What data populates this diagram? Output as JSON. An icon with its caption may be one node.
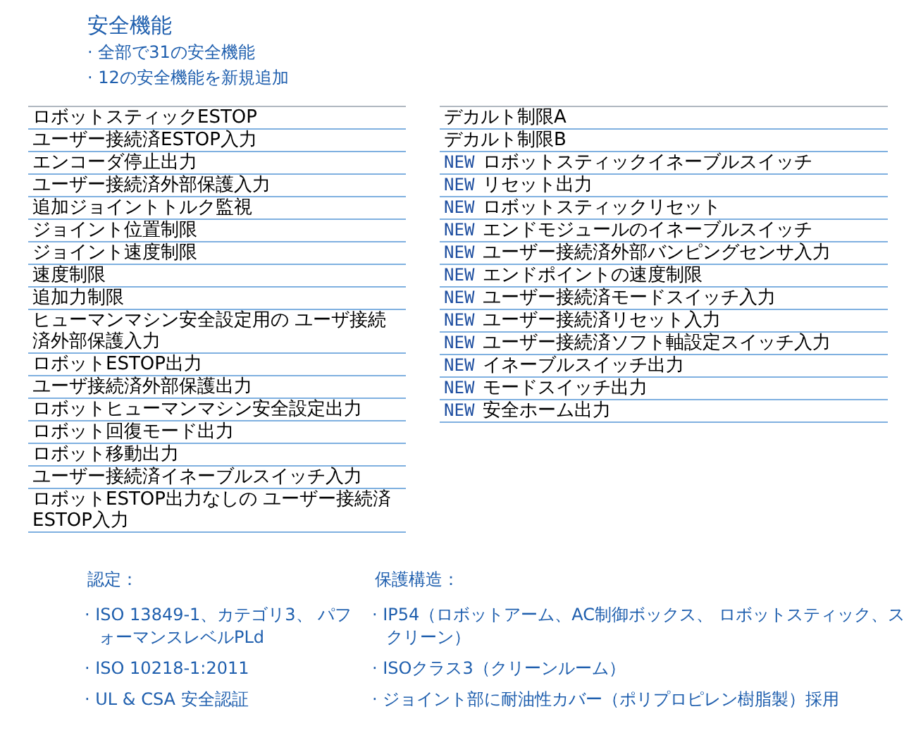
{
  "diagram": {
    "title": "安全機能",
    "labels": [
      "· 全部で31の安全機能",
      "· 12の安全機能を新規追加",
      "ロボットスティックESTOP",
      "ユーザー接続済ESTOP入力",
      "エンコーダ停止出力",
      "ユーザー接続済外部保護入力",
      "追加ジョイントトルク監視",
      "ジョイント位置制限",
      "ジョイント速度制限",
      "速度制限",
      "追加力制限",
      "ヒューマンマシン安全設定用の ユーザ接続済外部保護入力",
      "ロボットESTOP出力",
      "ユーザ接続済外部保護出力",
      "ロボットヒューマンマシン安全設定出力",
      "ロボット回復モード出力",
      "ロボット移動出力",
      "ユーザー接続済イネーブルスイッチ入力",
      "ロボットESTOP出力なしの ユーザー接続済ESTOP入力",
      "デカルト制限A",
      "デカルト制限B",
      "NEW",
      "ロボットスティックイネーブルスイッチ",
      "NEW",
      "リセット出力",
      "NEW",
      "ロボットスティックリセット",
      "NEW",
      "エンドモジュールのイネーブルスイッチ",
      "NEW",
      "ユーザー接続済外部バンピングセンサ入力",
      "NEW",
      "エンドポイントの速度制限",
      "NEW",
      "ユーザー接続済モードスイッチ入力",
      "NEW",
      "ユーザー接続済リセット入力",
      "NEW",
      "ユーザー接続済ソフト軸設定スイッチ入力",
      "NEW",
      "イネーブルスイッチ出力",
      "NEW",
      "モードスイッチ出力",
      "NEW",
      "安全ホーム出力",
      "認定：",
      "· ISO 13849-1、カテゴリ3、 パフォーマンスレベルPLd",
      "· ISO 10218-1:2011",
      "· UL & CSA 安全認証",
      "保護構造：",
      "· IP54（ロボットアーム、AC制御ボックス、 ロボットスティック、スクリーン）",
      "· ISOクラス3（クリーンルーム）",
      "· ジョイント部に耐油性カバー（ポリプロピレン樹脂製）採用"
    ]
  }
}
